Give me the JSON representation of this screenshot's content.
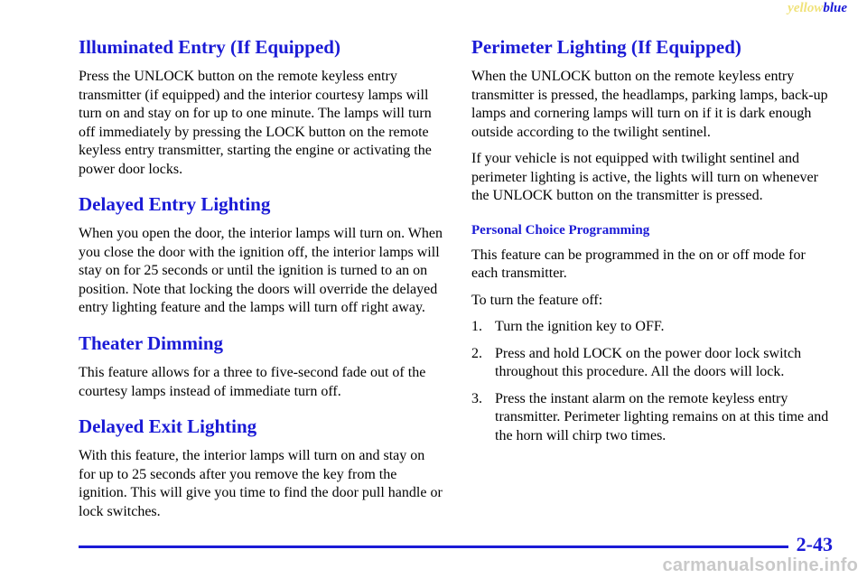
{
  "corner_tag": {
    "yellow": "yellow",
    "blue": "blue"
  },
  "left_column": {
    "sections": [
      {
        "title": "Illuminated Entry (If Equipped)",
        "paragraphs": [
          "Press the UNLOCK button on the remote keyless entry transmitter (if equipped) and the interior courtesy lamps will turn on and stay on for up to one minute. The lamps will turn off immediately by pressing the LOCK button on the remote keyless entry transmitter, starting the engine or activating the power door locks."
        ]
      },
      {
        "title": "Delayed Entry Lighting",
        "paragraphs": [
          "When you open the door, the interior lamps will turn on. When you close the door with the ignition off, the interior lamps will stay on for 25 seconds or until the ignition is turned to an on position. Note that locking the doors will override the delayed entry lighting feature and the lamps will turn off right away."
        ]
      },
      {
        "title": "Theater Dimming",
        "paragraphs": [
          "This feature allows for a three to five-second fade out of the courtesy lamps instead of immediate turn off."
        ]
      },
      {
        "title": "Delayed Exit Lighting",
        "paragraphs": [
          "With this feature, the interior lamps will turn on and stay on for up to 25 seconds after you remove the key from the ignition. This will give you time to find the door pull handle or lock switches."
        ]
      }
    ]
  },
  "right_column": {
    "title": "Perimeter Lighting (If Equipped)",
    "paragraphs": [
      "When the UNLOCK button on the remote keyless entry transmitter is pressed, the headlamps, parking lamps, back-up lamps and cornering lamps will turn on if it is dark enough outside according to the twilight sentinel.",
      "If your vehicle is not equipped with twilight sentinel and perimeter lighting is active, the lights will turn on whenever the UNLOCK button on the transmitter is pressed."
    ],
    "subheading": "Personal Choice Programming",
    "sub_paragraphs": [
      "This feature can be programmed in the on or off mode for each transmitter.",
      "To turn the feature off:"
    ],
    "steps": [
      {
        "num": "1.",
        "text": "Turn the ignition key to OFF."
      },
      {
        "num": "2.",
        "text": "Press and hold LOCK on the power door lock switch throughout this procedure. All the doors will lock."
      },
      {
        "num": "3.",
        "text": "Press the instant alarm on the remote keyless entry transmitter. Perimeter lighting remains on at this time and the horn will chirp two times."
      }
    ]
  },
  "footer": {
    "page_number": "2-43"
  },
  "watermark": "carmanualsonline.info",
  "colors": {
    "accent": "#1a1ad6",
    "yellow_tag": "#f0e27a",
    "watermark": "#c9c9c9"
  }
}
